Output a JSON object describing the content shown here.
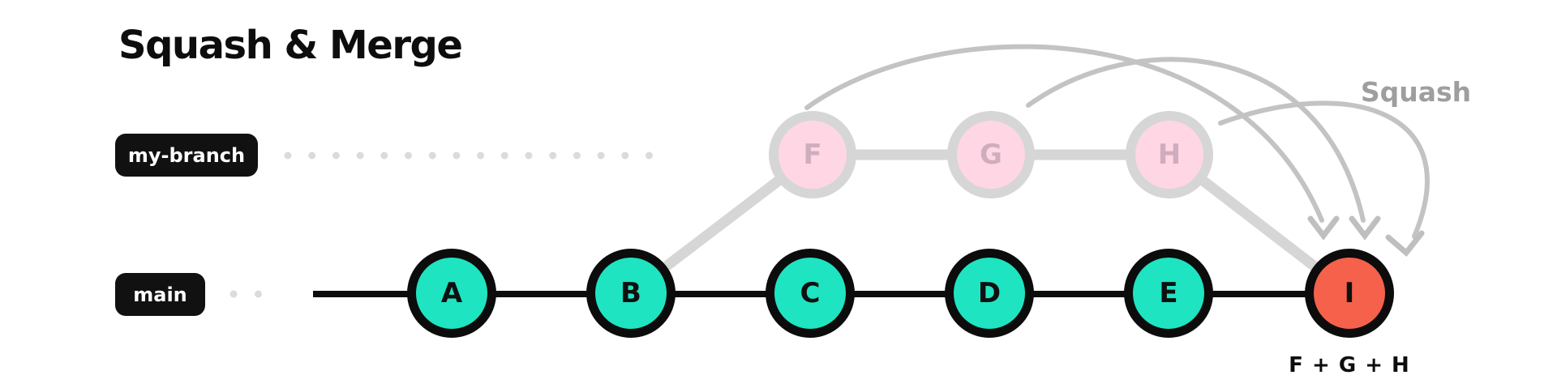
{
  "title": "Squash & Merge",
  "annotation": {
    "squash_label": "Squash"
  },
  "branches": {
    "feature": {
      "label": "my-branch",
      "commits": [
        {
          "id": "F"
        },
        {
          "id": "G"
        },
        {
          "id": "H"
        }
      ]
    },
    "main": {
      "label": "main",
      "commits": [
        {
          "id": "A"
        },
        {
          "id": "B"
        },
        {
          "id": "C"
        },
        {
          "id": "D"
        },
        {
          "id": "E"
        }
      ],
      "merge_commit": {
        "id": "I",
        "caption": "F + G + H"
      }
    }
  },
  "colors": {
    "commit-teal": "#1ee4c1",
    "commit-red": "#f5614b",
    "commit-pink": "#ffd7e4",
    "pink-text": "#cfadbd",
    "node-border": "#0c0c0c",
    "ghost-gray": "#d6d6d6",
    "arrow-gray": "#c3c3c3",
    "chevron-gray": "#bfbfbf",
    "dot-gray": "#dbdbdb",
    "label-bg": "#111111",
    "label-text": "#ffffff",
    "squash-gray": "#9e9e9e",
    "ink": "#0d0d0d"
  }
}
